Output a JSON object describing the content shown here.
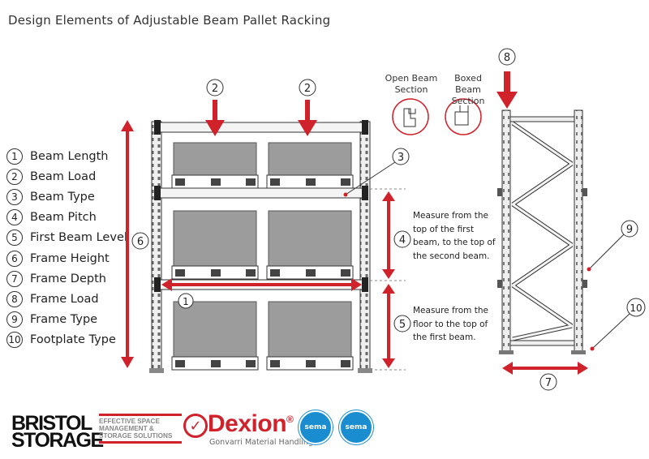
{
  "title": "Design Elements of Adjustable Beam Pallet Racking",
  "legend": [
    {
      "num": "1",
      "label": "Beam Length"
    },
    {
      "num": "2",
      "label": "Beam Load"
    },
    {
      "num": "3",
      "label": "Beam Type"
    },
    {
      "num": "4",
      "label": "Beam Pitch"
    },
    {
      "num": "5",
      "label": "First Beam Level"
    },
    {
      "num": "6",
      "label": "Frame Height"
    },
    {
      "num": "7",
      "label": "Frame Depth"
    },
    {
      "num": "8",
      "label": "Frame Load"
    },
    {
      "num": "9",
      "label": "Frame Type"
    },
    {
      "num": "10",
      "label": "Footplate Type"
    }
  ],
  "sections": {
    "open_beam": "Open Beam Section",
    "boxed_beam": "Boxed Beam Section"
  },
  "notes": {
    "pitch": [
      "Measure from the",
      "top of the first",
      "beam, to the top of",
      "the second beam."
    ],
    "first_level": [
      "Measure from the",
      "floor to the top of",
      "the first beam."
    ]
  },
  "colors": {
    "accent": "#d0222b",
    "sema": "#1a8dd1",
    "pallet": "#9c9c9c",
    "steel": "#e8e8e8"
  },
  "footer": {
    "bristol_line1": "BRISTOL",
    "bristol_line2": "STORAGE",
    "tagline": [
      "EFFECTIVE SPACE",
      "MANAGEMENT &",
      "STORAGE SOLUTIONS"
    ],
    "dexion": "Dexion",
    "dexion_reg": "®",
    "dexion_sub": "Gonvarri Material Handling",
    "sema_badges": [
      "sema",
      "sema"
    ]
  }
}
